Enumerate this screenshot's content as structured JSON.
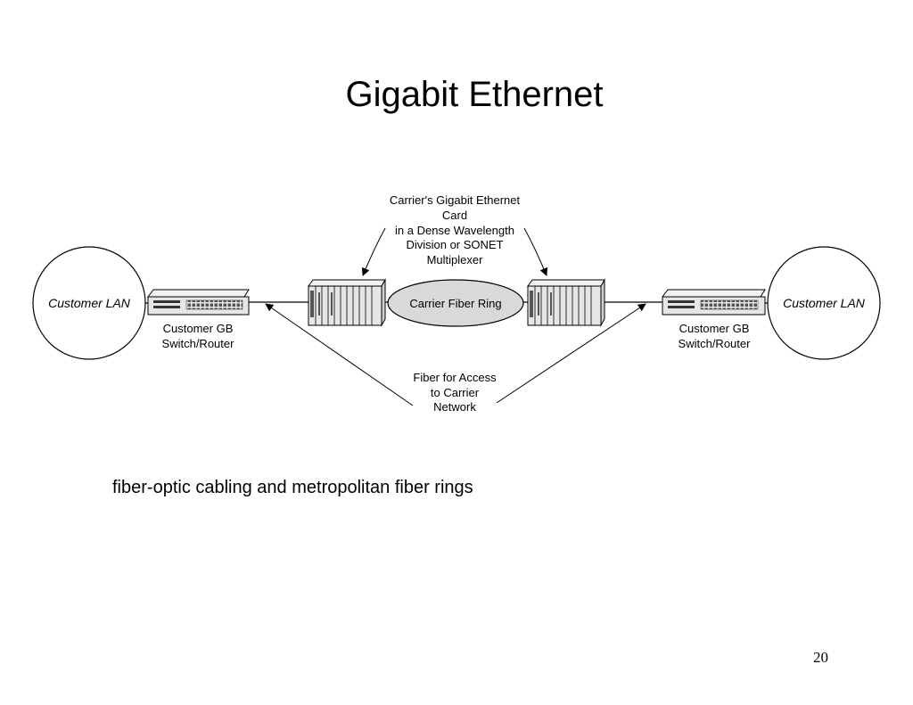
{
  "slide": {
    "title": "Gigabit Ethernet",
    "subtitle": "fiber-optic cabling and metropolitan fiber rings",
    "page_number": "20"
  },
  "diagram": {
    "left_lan_label": "Customer LAN",
    "right_lan_label": "Customer LAN",
    "left_switch_label": [
      "Customer GB",
      "Switch/Router"
    ],
    "right_switch_label": [
      "Customer GB",
      "Switch/Router"
    ],
    "ring_label": "Carrier Fiber Ring",
    "card_callout": [
      "Carrier's Gigabit Ethernet",
      "Card",
      "in a Dense Wavelength",
      "Division or SONET",
      "Multiplexer"
    ],
    "fiber_callout": [
      "Fiber for Access",
      "to Carrier",
      "Network"
    ]
  },
  "colors": {
    "background": "#ffffff",
    "line": "#000000",
    "device_fill": "#e6e6e6",
    "ring_fill": "#d9d9d9"
  }
}
